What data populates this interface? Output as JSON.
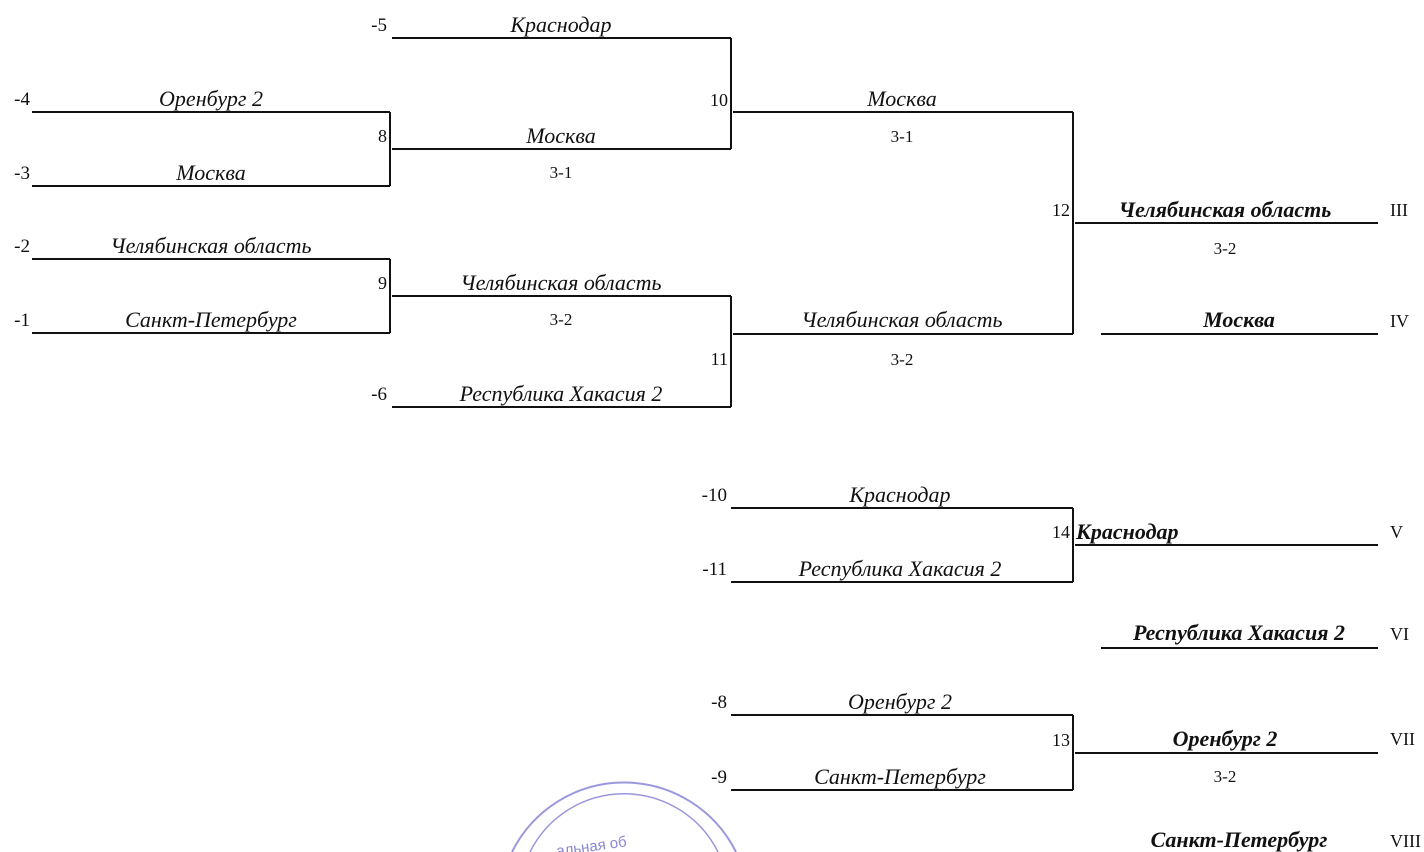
{
  "seeds": {
    "s1": "-1",
    "s2": "-2",
    "s3": "-3",
    "s4": "-4",
    "s5": "-5",
    "s6": "-6",
    "s8": "-8",
    "s9": "-9",
    "s10": "-10",
    "s11": "-11"
  },
  "matches": {
    "m8": "8",
    "m9": "9",
    "m10": "10",
    "m11": "11",
    "m12": "12",
    "m13": "13",
    "m14": "14"
  },
  "teams": {
    "krasnodar_top": "Краснодар",
    "orenburg_r1": "Оренбург 2",
    "moskva_r1": "Москва",
    "chel_r1": "Челябинская область",
    "spb_r1": "Санкт-Петербург",
    "moskva_w8": "Москва",
    "chel_w9": "Челябинская область",
    "khakasia_r1": "Республика Хакасия 2",
    "moskva_w10": "Москва",
    "chel_w11": "Челябинская область",
    "chel_w12": "Челябинская область",
    "moskva_iv": "Москва",
    "krasnodar_c1": "Краснодар",
    "khakasia_c1": "Республика Хакасия 2",
    "krasnodar_w14": "Краснодар",
    "khakasia_vi": "Республика Хакасия 2",
    "orenburg_c2": "Оренбург 2",
    "spb_c2": "Санкт-Петербург",
    "orenburg_w13": "Оренбург 2",
    "spb_viii": "Санкт-Петербург"
  },
  "scores": {
    "m8": "3-1",
    "m9": "3-2",
    "m10": "3-1",
    "m11": "3-2",
    "m12": "3-2",
    "m13": "3-2"
  },
  "places": {
    "p3": "III",
    "p4": "IV",
    "p5": "V",
    "p6": "VI",
    "p7": "VII",
    "p8": "VIII"
  },
  "stamp": {
    "text": "альная об"
  }
}
